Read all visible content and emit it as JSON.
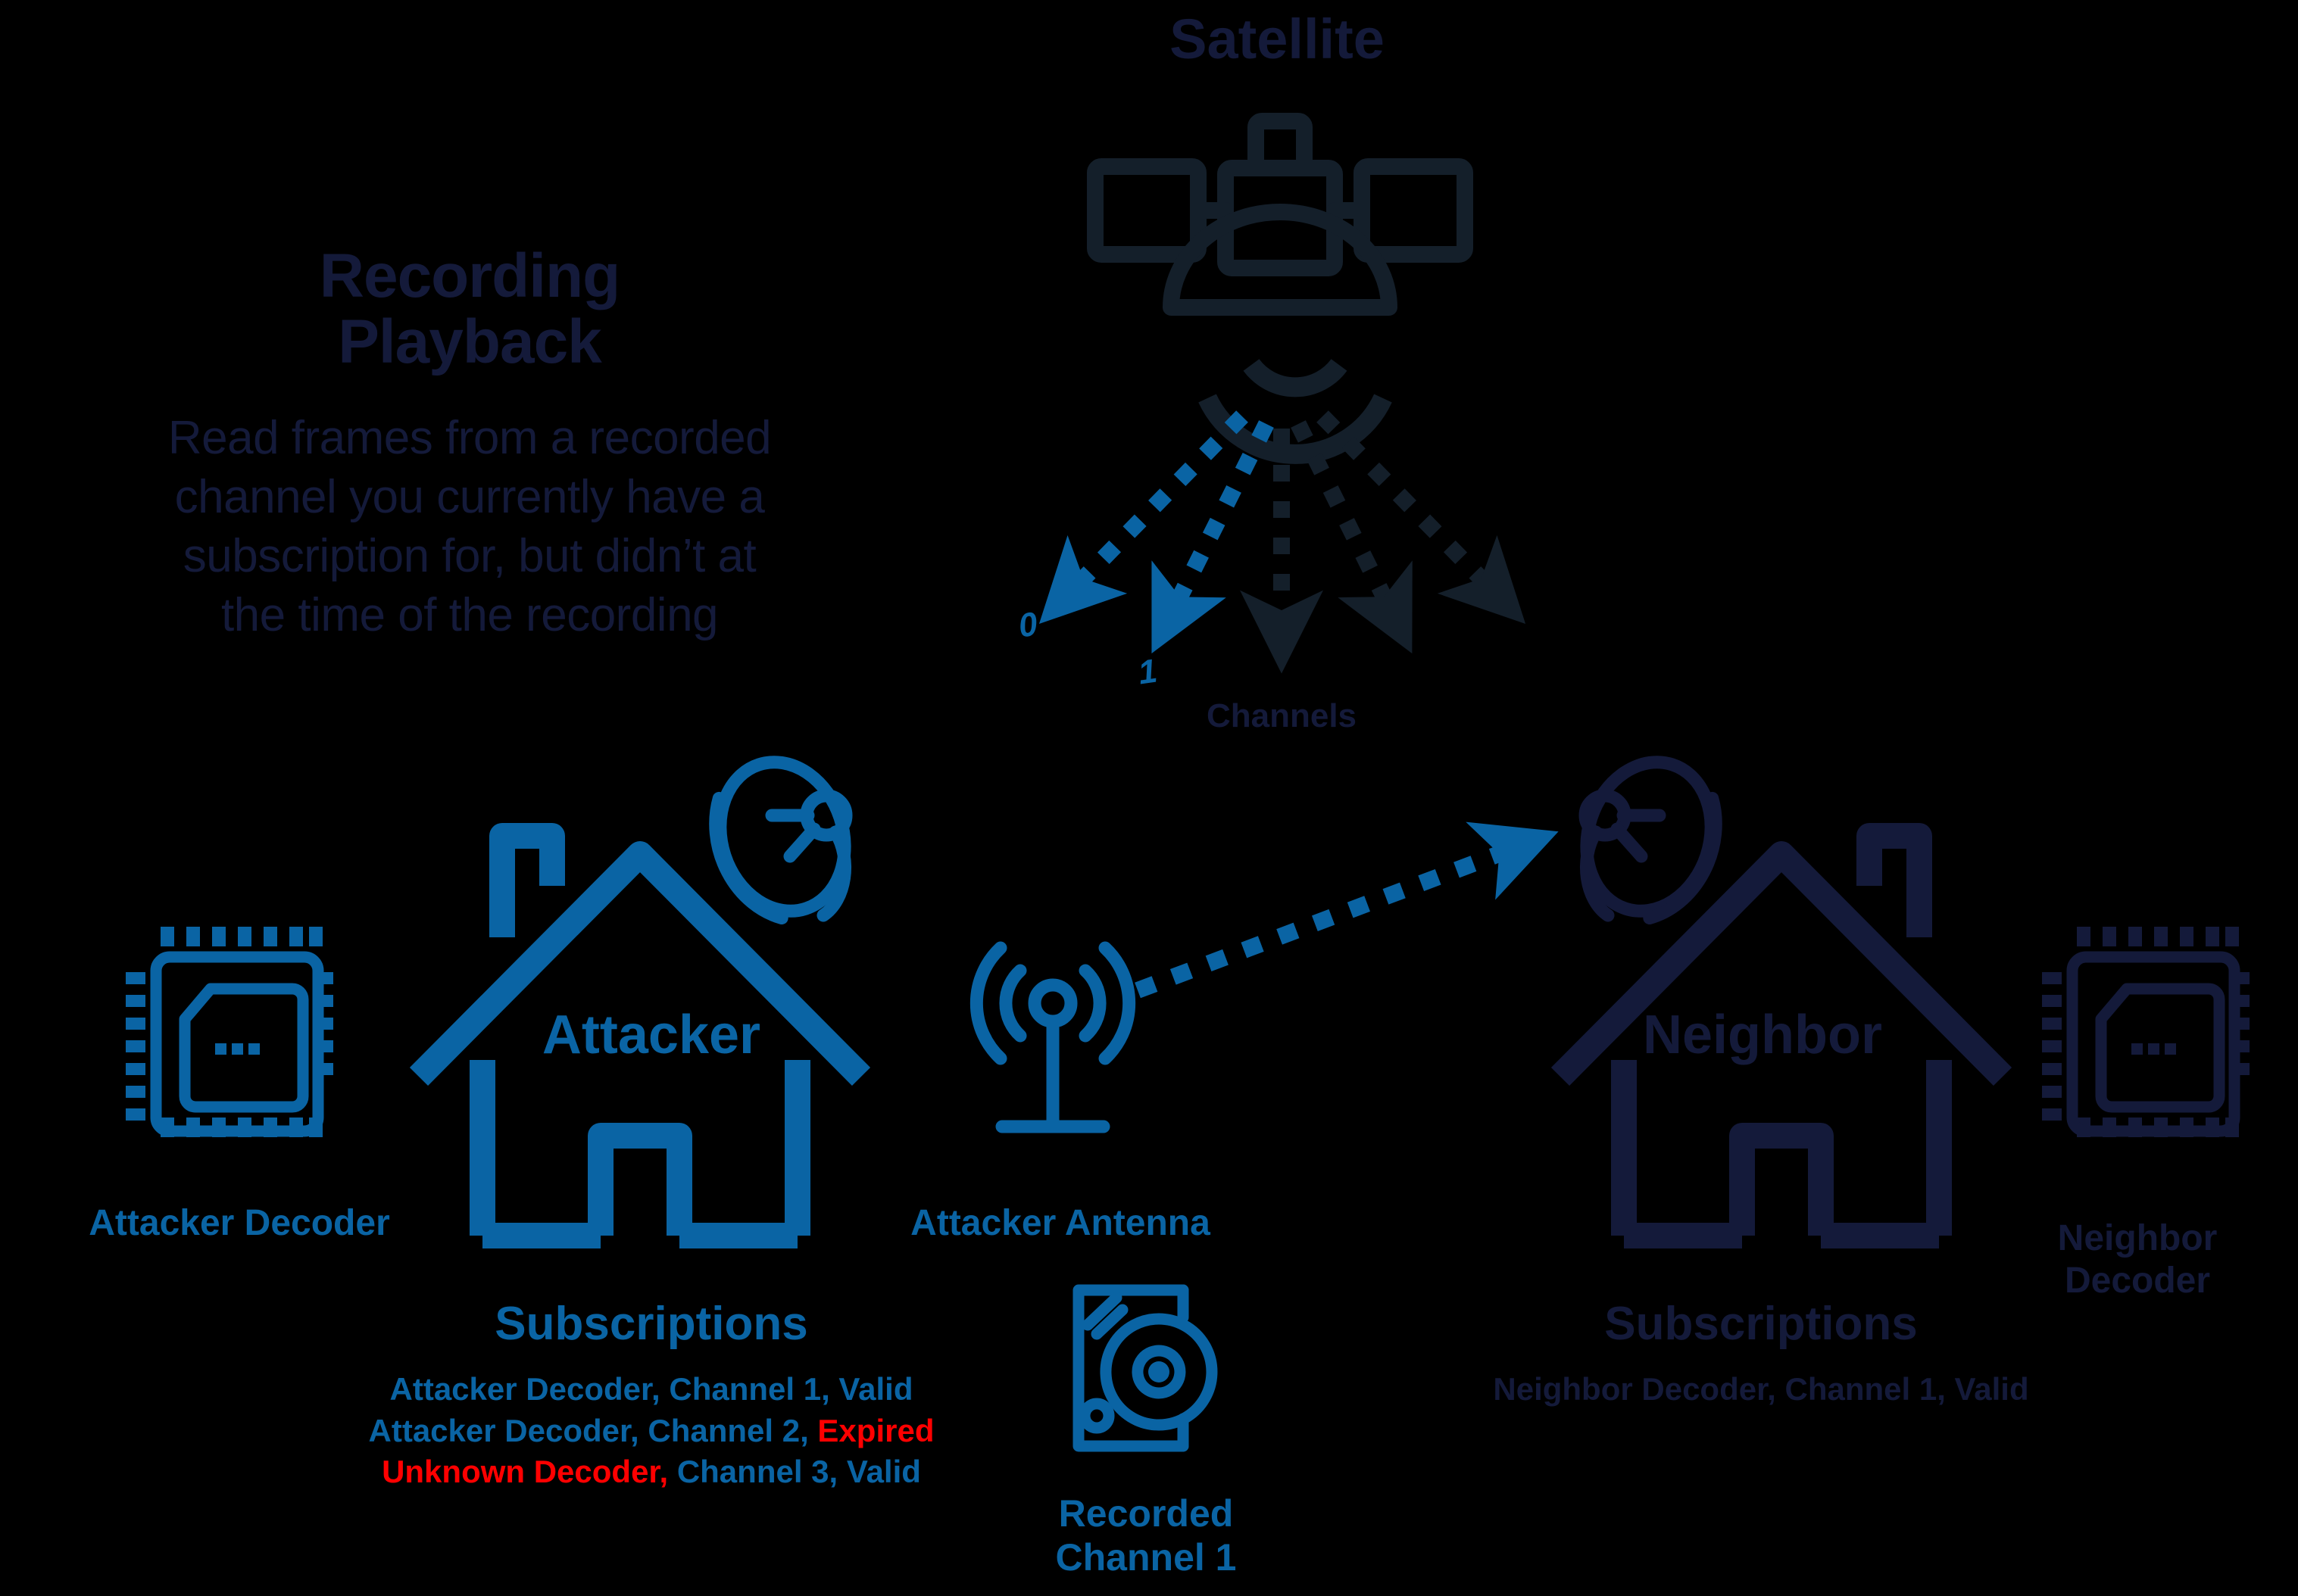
{
  "colors": {
    "background": "#000000",
    "navy": "#141A3A",
    "blue": "#0A64A4",
    "slate": "#141F2A",
    "red": "#FF0000"
  },
  "recording_playback": {
    "title_line1": "Recording",
    "title_line2": "Playback",
    "description_line1": "Read frames from a recorded",
    "description_line2": "channel you currently have a",
    "description_line3": "subscription for, but didn’t at",
    "description_line4": "the time of the recording"
  },
  "satellite": {
    "title": "Satellite",
    "channels_label": "Channels",
    "channel_markers": [
      "0",
      "1"
    ],
    "beam_count": 5,
    "highlighted_beams": 2,
    "icon": "satellite-icon"
  },
  "attacker": {
    "house_label": "Attacker",
    "decoder_label": "Attacker Decoder",
    "decoder_icon": "chip-icon",
    "antenna_label": "Attacker Antenna",
    "antenna_icon": "antenna-icon",
    "dish_icon": "satellite-dish-icon",
    "subscriptions_title": "Subscriptions",
    "subscriptions": [
      {
        "decoder": "Attacker Decoder",
        "decoder_color": "#0A64A4",
        "channel": "Channel 1",
        "status": "Valid",
        "status_color": "#0A64A4"
      },
      {
        "decoder": "Attacker Decoder",
        "decoder_color": "#0A64A4",
        "channel": "Channel 2",
        "status": "Expired",
        "status_color": "#FF0000"
      },
      {
        "decoder": "Unknown Decoder",
        "decoder_color": "#FF0000",
        "channel": "Channel 3",
        "status": "Valid",
        "status_color": "#0A64A4"
      }
    ],
    "recorded_label_line1": "Recorded",
    "recorded_label_line2": "Channel 1",
    "recorded_icon": "disk-drive-icon"
  },
  "neighbor": {
    "house_label": "Neighbor",
    "decoder_label_line1": "Neighbor",
    "decoder_label_line2": "Decoder",
    "decoder_icon": "chip-icon",
    "dish_icon": "satellite-dish-icon",
    "subscriptions_title": "Subscriptions",
    "subscriptions": [
      {
        "decoder": "Neighbor Decoder",
        "decoder_color": "#141A3A",
        "channel": "Channel 1",
        "status": "Valid",
        "status_color": "#141A3A"
      }
    ]
  },
  "links": [
    {
      "name": "attacker-antenna-to-neighbor-dish",
      "from": "attacker-antenna",
      "to": "neighbor-dish",
      "style": "dashed-arrow",
      "color": "#0A64A4"
    }
  ]
}
